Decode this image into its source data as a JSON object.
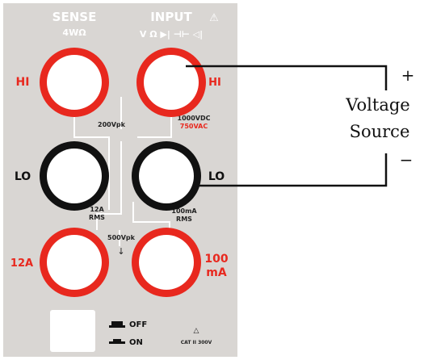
{
  "panel": {
    "sense_title": "SENSE",
    "sense_sub": "4WΩ",
    "input_title": "INPUT",
    "input_sub": "V Ω ▶| ⊣⊢ ◁|",
    "hi_left": "HI",
    "hi_right": "HI",
    "lo_left": "LO",
    "lo_right": "LO",
    "rating_sense": "200Vpk",
    "rating_input_1": "1000VDC",
    "rating_input_2": "750VAC",
    "rating_12a_1": "12A",
    "rating_12a_2": "RMS",
    "rating_100ma_1": "100mA",
    "rating_100ma_2": "RMS",
    "rating_common": "500Vpk",
    "terminal_12a": "12A",
    "terminal_100ma_1": "100",
    "terminal_100ma_2": "mA",
    "switch_off": "OFF",
    "switch_on": "ON",
    "fuse_label": "CAT II 300V"
  },
  "source": {
    "plus": "+",
    "label_1": "Voltage",
    "label_2": "Source",
    "minus": "−"
  },
  "colors": {
    "panel": "#d9d6d3",
    "red": "#e8281e",
    "black": "#111111",
    "white": "#ffffff"
  }
}
